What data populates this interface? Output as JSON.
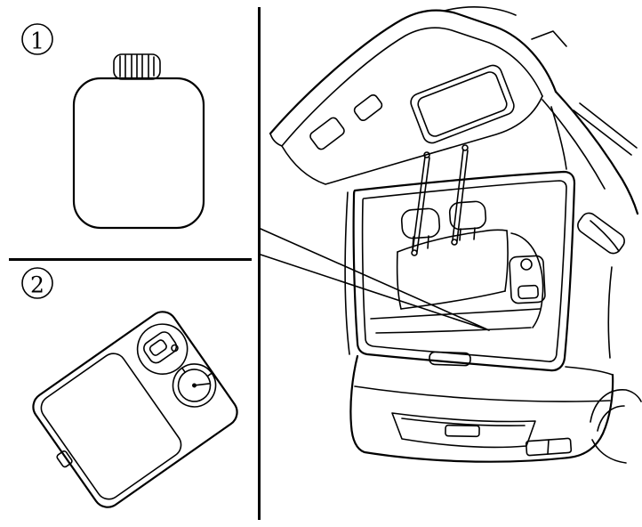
{
  "figure": {
    "background_color": "#ffffff",
    "line_color": "#000000",
    "callouts": [
      {
        "number": "1",
        "icon": "sealant-bottle-icon"
      },
      {
        "number": "2",
        "icon": "inflator-compressor-kit-icon"
      }
    ],
    "illustrations": {
      "vehicle": "suv-rear-liftgate-open-icon",
      "pointer": "storage-location-pointer"
    }
  }
}
